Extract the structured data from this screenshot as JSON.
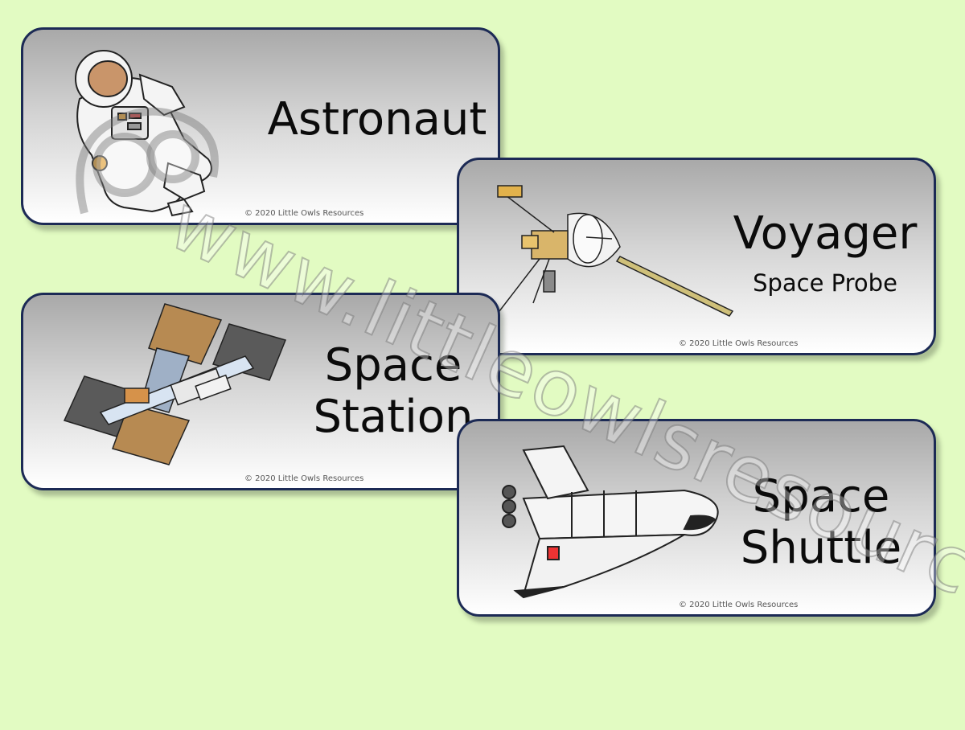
{
  "cards": {
    "astronaut": {
      "title": "Astronaut",
      "copyright": "© 2020 Little Owls Resources",
      "icon": "astronaut-illustration"
    },
    "voyager": {
      "title": "Voyager",
      "subtitle": "Space Probe",
      "copyright": "© 2020 Little Owls Resources",
      "icon": "voyager-probe-illustration"
    },
    "station": {
      "title_line1": "Space",
      "title_line2": "Station",
      "copyright": "© 2020 Little Owls Resources",
      "icon": "space-station-illustration"
    },
    "shuttle": {
      "title_line1": "Space",
      "title_line2": "Shuttle",
      "copyright": "© 2020 Little Owls Resources",
      "icon": "space-shuttle-illustration"
    }
  },
  "watermark": {
    "text": "www.littleowlsresources.com",
    "icon": "owl-logo"
  },
  "colors": {
    "background": "#e2fbc2",
    "card_border": "#1c2a55"
  }
}
